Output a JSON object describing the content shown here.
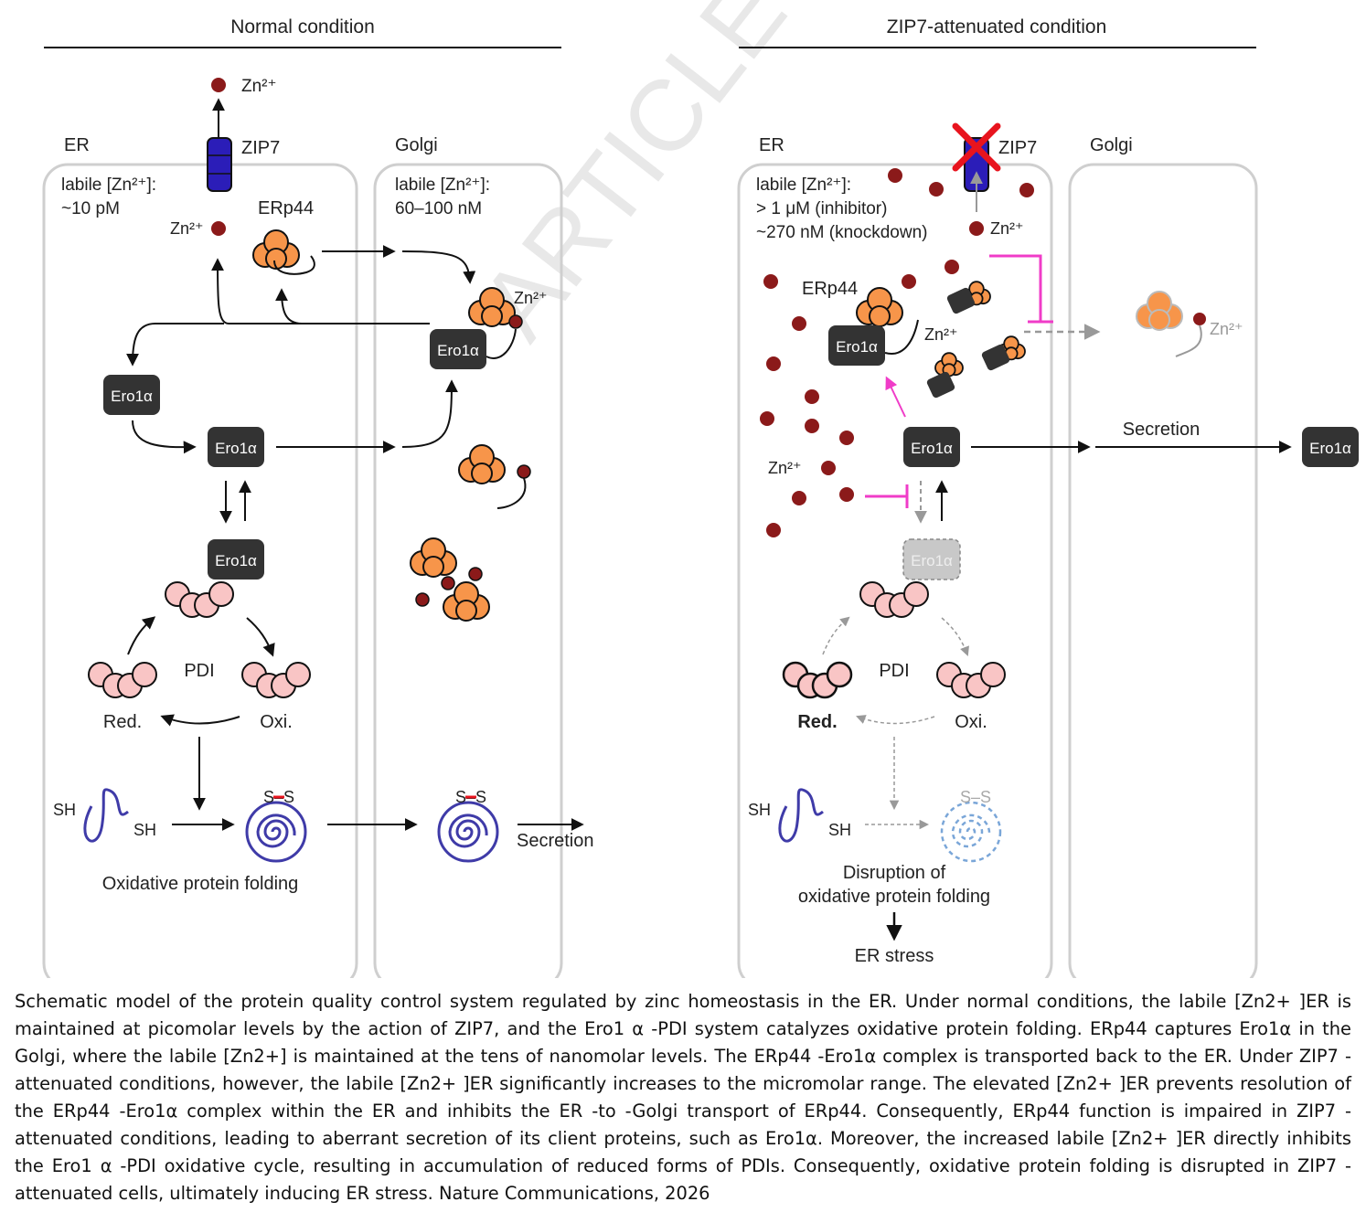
{
  "left_panel": {
    "title": "Normal condition",
    "er": {
      "label": "ER",
      "labile_line1": "labile [Zn²⁺]:",
      "labile_line2": "~10 pM",
      "zip7": "ZIP7",
      "zn_top": "Zn²⁺",
      "zn_inner": "Zn²⁺",
      "erp44": "ERp44",
      "ero1a": "Ero1α",
      "pdi": "PDI",
      "red": "Red.",
      "oxi": "Oxi.",
      "sh1": "SH",
      "sh2": "SH",
      "ss": "S–S",
      "folding": "Oxidative protein folding"
    },
    "golgi": {
      "label": "Golgi",
      "labile_line1": "labile [Zn²⁺]:",
      "labile_line2": "60–100 nM",
      "zn": "Zn²⁺",
      "ero1a": "Ero1α",
      "ss": "S–S",
      "secretion": "Secretion"
    }
  },
  "right_panel": {
    "title": "ZIP7-attenuated condition",
    "er": {
      "label": "ER",
      "zip7": "ZIP7",
      "labile_line1": "labile [Zn²⁺]:",
      "labile_line2": "> 1 μM (inhibitor)",
      "labile_line3": "~270 nM (knockdown)",
      "zn_zip": "Zn²⁺",
      "erp44": "ERp44",
      "zn_complex": "Zn²⁺",
      "zn_free": "Zn²⁺",
      "ero1a": "Ero1α",
      "pdi": "PDI",
      "red": "Red.",
      "oxi": "Oxi.",
      "sh1": "SH",
      "sh2": "SH",
      "ss": "S–S",
      "disruption_line1": "Disruption of",
      "disruption_line2": "oxidative protein folding",
      "er_stress": "ER stress"
    },
    "golgi": {
      "label": "Golgi",
      "zn": "Zn²⁺",
      "secretion": "Secretion",
      "ero1a_out": "Ero1α"
    }
  },
  "watermark": "ARTICLE",
  "caption": "Schematic model of the protein quality control system regulated by zinc homeostasis in the ER. Under normal conditions, the labile [Zn2+ ]ER is maintained at picomolar levels by the action of ZIP7, and the Ero1 α -PDI system catalyzes oxidative protein folding. ERp44 captures Ero1α in the Golgi, where the labile [Zn2+] is maintained at the tens of nanomolar levels. The ERp44 -Ero1α complex is transported back to the ER. Under ZIP7 -attenuated conditions, however, the labile [Zn2+ ]ER significantly increases to the micromolar range. The elevated [Zn2+ ]ER prevents resolution of the ERp44 -Ero1α complex within the ER and inhibits the ER -to -Golgi transport of ERp44. Consequently, ERp44 function is impaired in ZIP7 -attenuated conditions, leading to aberrant secretion of its client proteins, such as Ero1α. Moreover, the increased labile [Zn2+ ]ER directly inhibits the Ero1 α -PDI oxidative cycle, resulting in accumulation of reduced forms of PDIs. Consequently, oxidative protein folding is disrupted in ZIP7 -attenuated cells, ultimately inducing ER stress. Nature Communications, 2026",
  "colors": {
    "erp44": "#F7954A",
    "pdi": "#F9C5C5",
    "ero1a": "#333333",
    "zinc": "#8B1A1A",
    "zip7": "#2B1DB8",
    "inhibit": "#F03CC8",
    "substrate": "#3F3BA8",
    "cross": "#E8141E"
  }
}
